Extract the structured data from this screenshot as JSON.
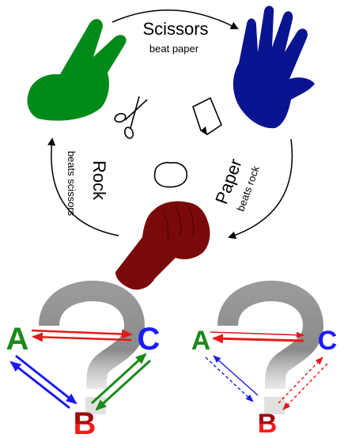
{
  "cycle": {
    "scissors": {
      "title": "Scissors",
      "subtitle": "beat paper",
      "hand_color": "#008a1a"
    },
    "paper": {
      "title": "Paper",
      "subtitle": "beats rock",
      "hand_color": "#0a1490"
    },
    "rock": {
      "title": "Rock",
      "subtitle": "beats scissors",
      "hand_color": "#7a0a0a"
    }
  },
  "triangles": {
    "left": {
      "labels": {
        "a": "A",
        "b": "B",
        "c": "C"
      }
    },
    "right": {
      "labels": {
        "a": "A",
        "b": "B",
        "c": "C"
      }
    }
  },
  "colors": {
    "a": "#1a8a1a",
    "b_top": "#8a0a0a",
    "b_bottom": "#ff1a1a",
    "c": "#1a1aff",
    "arrow_red": "#e41a1a",
    "arrow_blue": "#1a1aee",
    "arrow_green": "#1a8a1a",
    "question_mark": "#8c8c8c"
  }
}
